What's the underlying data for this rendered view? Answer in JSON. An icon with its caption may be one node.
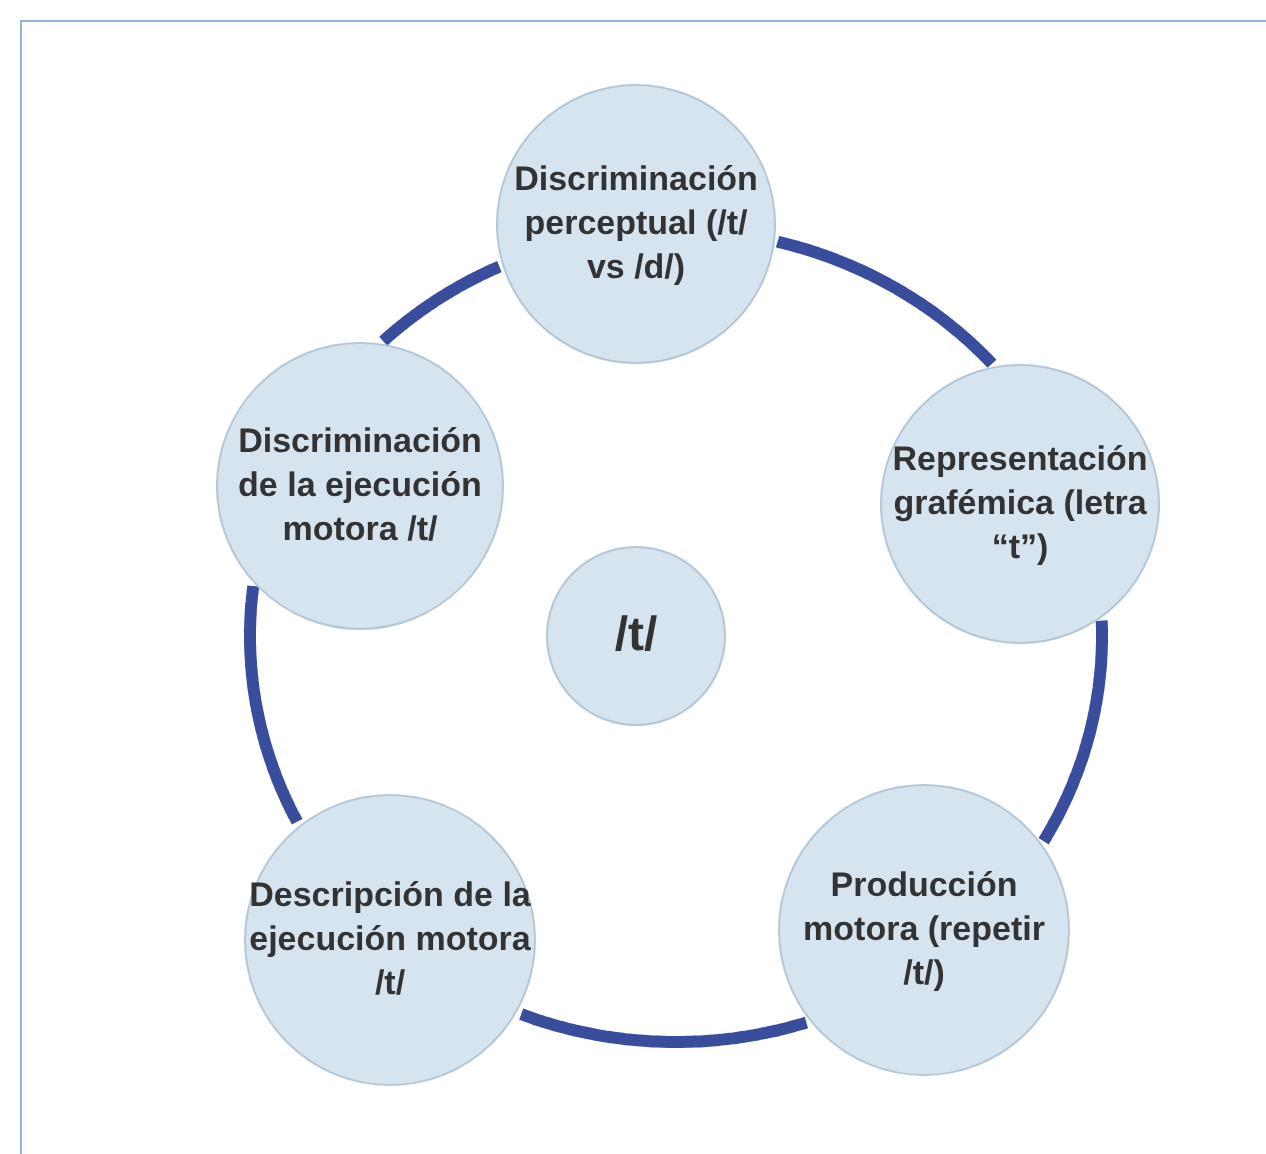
{
  "diagram": {
    "nodes": [
      {
        "text": [
          "Discriminación perceptual (/t/ vs /d/)"
        ]
      },
      {
        "text": [
          "Discriminación de la ejecución motora /t/"
        ]
      },
      {
        "text": [
          "Representación grafémica (letra “t”)"
        ]
      },
      {
        "text": [
          "/t/"
        ]
      },
      {
        "text": [
          "Descripción de la ejecución motora /t/"
        ]
      },
      {
        "text": [
          "Producción motora (repetir /t/)"
        ]
      }
    ],
    "edges": [
      {
        "from": 0,
        "to": 2,
        "arrow": "none"
      },
      {
        "from": 2,
        "to": 5,
        "arrow": "none"
      },
      {
        "from": 5,
        "to": 4,
        "arrow": "none"
      },
      {
        "from": 4,
        "to": 1,
        "arrow": "none"
      },
      {
        "from": 1,
        "to": 0,
        "arrow": "none"
      }
    ]
  }
}
